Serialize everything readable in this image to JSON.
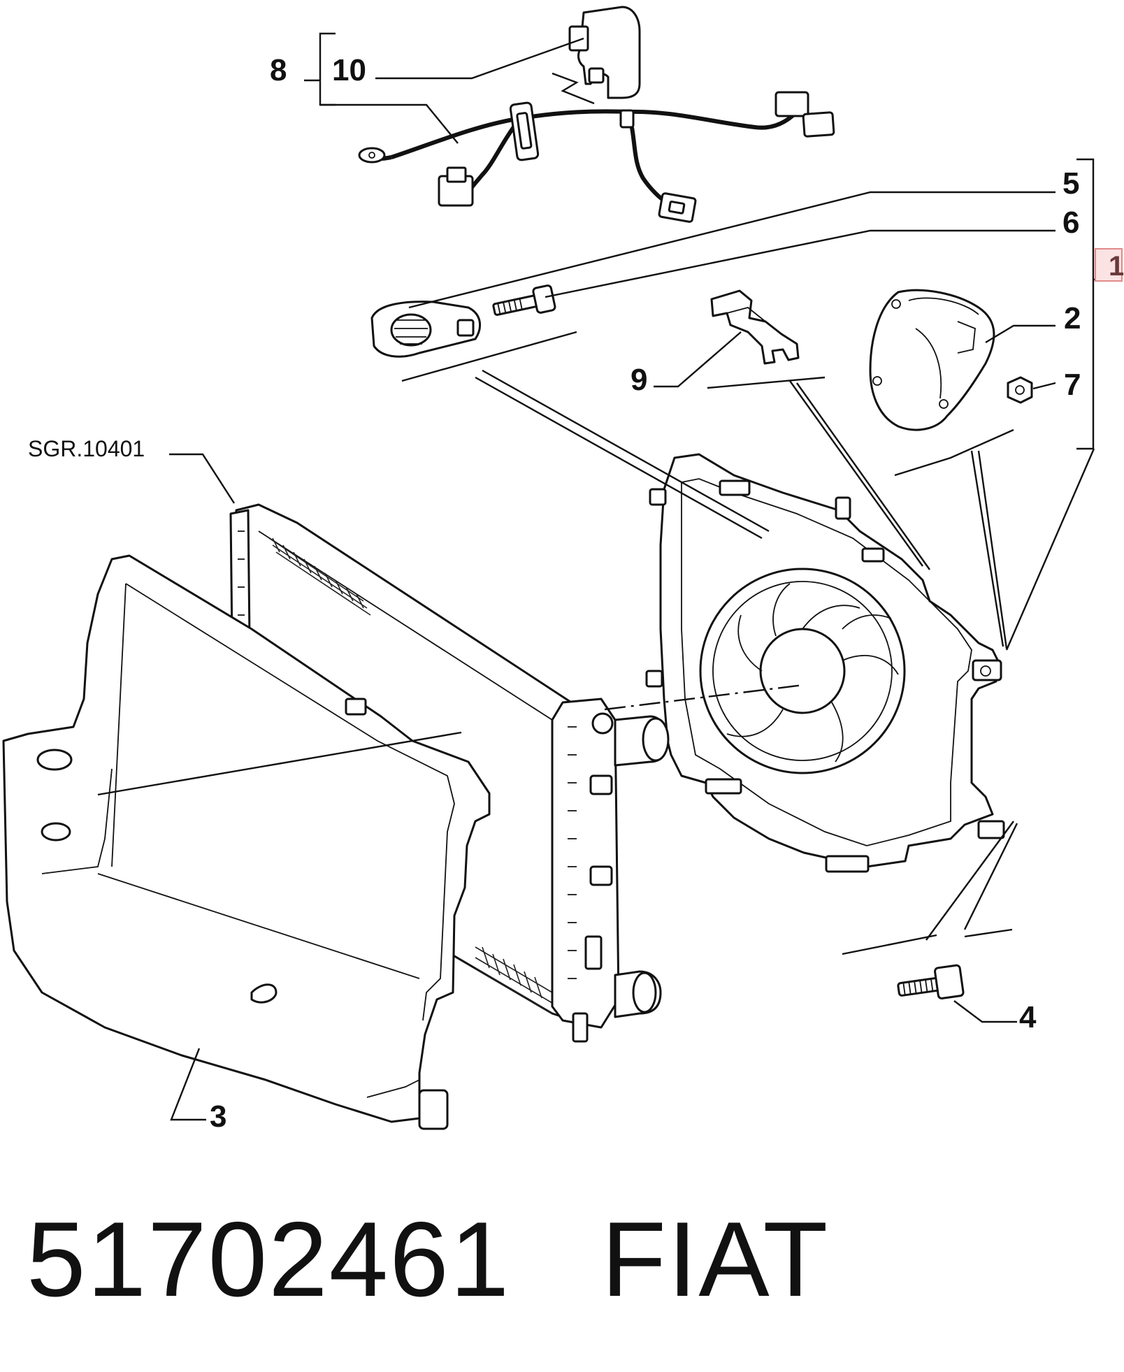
{
  "callouts": {
    "c1": "1",
    "c2": "2",
    "c3": "3",
    "c4": "4",
    "c5": "5",
    "c6": "6",
    "c7": "7",
    "c8": "8",
    "c9": "9",
    "c10": "10"
  },
  "reference": "SGR.10401",
  "footer": {
    "part_number": "51702461",
    "brand": "FIAT"
  },
  "colors": {
    "ink": "#111111",
    "flag_border": "#e08a8a",
    "flag_fill": "#fbe3e3"
  }
}
